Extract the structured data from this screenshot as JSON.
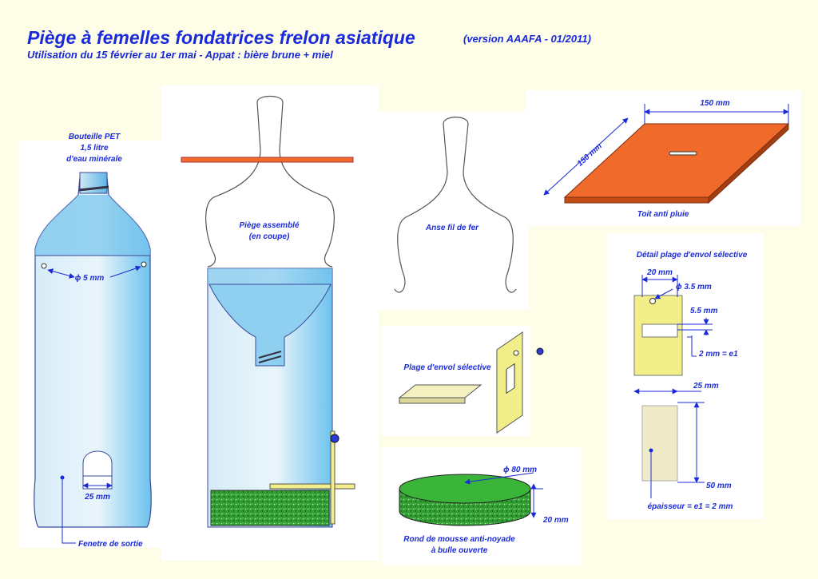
{
  "header": {
    "title": "Piège à femelles fondatrices frelon asiatique",
    "version": "(version AAAFA - 01/2011)",
    "subtitle": "Utilisation du 15 février au 1er mai - Appat : bière brune + miel"
  },
  "bottle": {
    "label_line1": "Bouteille PET",
    "label_line2": "1,5 litre",
    "label_line3": "d'eau minérale",
    "hole_dim": "ϕ 5 mm",
    "window_dim": "25 mm",
    "window_label": "Fenetre de sortie"
  },
  "assembled": {
    "label_line1": "Piège assemblé",
    "label_line2": "(en coupe)"
  },
  "handle": {
    "label": "Anse fil de fer"
  },
  "roof": {
    "label": "Toit anti pluie",
    "width_dim": "150 mm",
    "depth_dim": "150 mm"
  },
  "platform": {
    "label": "Plage d'envol sélective"
  },
  "foam": {
    "diameter_dim": "ϕ 80 mm",
    "thickness_dim": "20 mm",
    "label_line1": "Rond de mousse anti-noyade",
    "label_line2": "à bulle ouverte"
  },
  "detail": {
    "title": "Détail plage d'envol sélective",
    "dim_20": "20 mm",
    "dim_hole": "ϕ 3.5 mm",
    "dim_55": "5.5 mm",
    "dim_e1": "2 mm = e1",
    "dim_25": "25 mm",
    "dim_50": "50 mm",
    "thickness": "épaisseur = e1 = 2 mm"
  },
  "colors": {
    "text": "#1a2ad8",
    "water": "#9fd4f0",
    "roof": "#f06a2c",
    "platform": "#f2ee8a",
    "foam": "#3ab53a"
  }
}
